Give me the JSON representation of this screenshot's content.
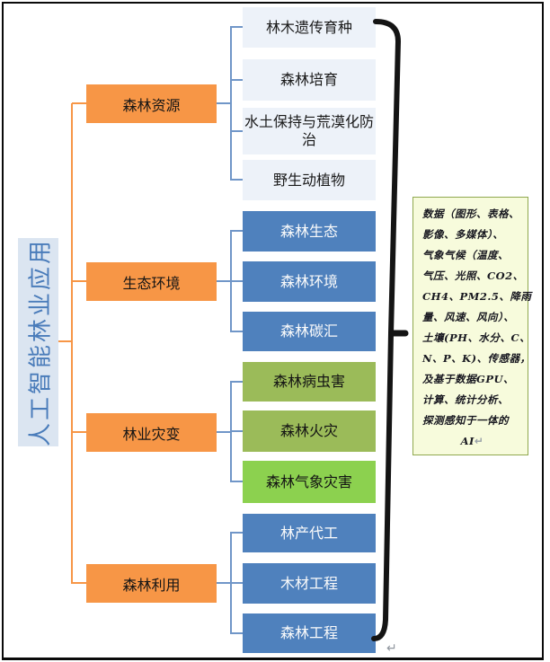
{
  "title": {
    "label": "人工智能林业应用"
  },
  "tree": {
    "branches": [
      {
        "label": "森林资源",
        "children": [
          "林木遗传育种",
          "森林培育",
          "水土保持与荒漠化防治",
          "野生动植物"
        ]
      },
      {
        "label": "生态环境",
        "children": [
          "森林生态",
          "森林环境",
          "森林碳汇"
        ]
      },
      {
        "label": "林业灾变",
        "children": [
          "森林病虫害",
          "森林火灾",
          "森林气象灾害"
        ]
      },
      {
        "label": "森林利用",
        "children": [
          "林产代工",
          "木材工程",
          "森林工程"
        ]
      }
    ]
  },
  "note": {
    "lines": [
      "数据（图形、表格、",
      "影像、多媒体）、",
      "气象气候（温度、",
      "气压、光照、CO2、",
      "CH4、PM2.5、降雨",
      "量、风速、风向）、",
      "土壤(PH、水分、C、",
      "N、P、K)、传感器，",
      "及基于数据GPU、",
      "计算、统计分析、",
      "探测感知于一体的",
      "AI"
    ]
  },
  "marks": {
    "return_mark": "↵"
  },
  "colors": {
    "branch_fill": "#F79646",
    "leaf_light_fill": "#EDF2F9",
    "leaf_blue_fill": "#4F81BD",
    "leaf_olive_fill": "#9BBB59",
    "leaf_bright_green_fill": "#8CD14F",
    "title_fill": "#DBE5F1",
    "title_text": "#4A7CBA",
    "orange_connector": "#F79646",
    "blue_connector": "#7096C8",
    "note_fill": "#F7FBDC",
    "note_border": "#8FA84E",
    "brace_stroke": "#141414"
  }
}
